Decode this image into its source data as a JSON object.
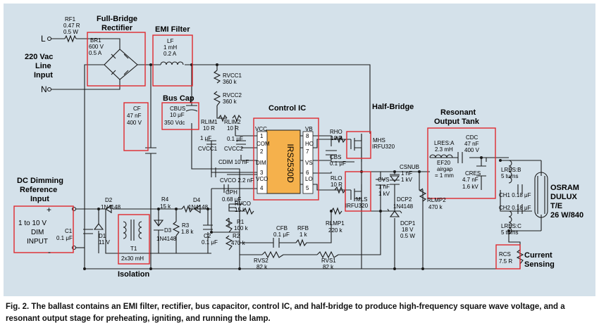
{
  "labels": {
    "L": "L",
    "N": "N",
    "line_input_1": "220 Vac",
    "line_input_2": "Line",
    "line_input_3": "Input",
    "rf1_1": "RF1",
    "rf1_2": "0.47 R",
    "rf1_3": "0.5 W",
    "fb_title_1": "Full-Bridge",
    "fb_title_2": "Rectifier",
    "br1_1": "BR1",
    "br1_2": "600 V",
    "br1_3": "0.5 A",
    "emi_title": "EMI Filter",
    "lf_1": "LF",
    "lf_2": "1 mH",
    "lf_3": "0.2 A",
    "buscap_title": "Bus Cap",
    "cbus_1": "CBUS",
    "cbus_2": "10 μF",
    "cbus_3": "350 Vdc",
    "cf_1": "CF",
    "cf_2": "47 nF",
    "cf_3": "400 V",
    "rvcc1_1": "RVCC1",
    "rvcc1_2": "360 k",
    "rvcc2_1": "RVCC2",
    "rvcc2_2": "360 k",
    "rlim1_1": "RLIM1",
    "rlim1_2": "10 R",
    "rlim2_1": "RLIM2",
    "rlim2_2": "10 R",
    "cvcc1_1": "1 μF",
    "cvcc1_2": "CVCC1",
    "cvcc2_1": "0.1 μF",
    "cvcc2_2": "CVCC2",
    "control_title": "Control IC",
    "ic_name": "IRS2530D",
    "pin_vcc": "VCC",
    "pin_com": "COM",
    "pin_dim": "DIM",
    "pin_vco": "VCO",
    "pin_vb": "VB",
    "pin_ho": "HO",
    "pin_vs": "VS",
    "pin_lo": "LO",
    "n1": "1",
    "n2": "2",
    "n3": "3",
    "n4": "4",
    "n5": "5",
    "n6": "6",
    "n7": "7",
    "n8": "8",
    "cdim": "CDIM 10 nF",
    "cvco": "CVCO 2.2 nF",
    "rho_1": "RHO",
    "rho_2": "10 R",
    "rlo_1": "RLO",
    "rlo_2": "10 R",
    "cbs_1": "CBS",
    "cbs_2": "0.1 μF",
    "hb_title": "Half-Bridge",
    "mhs_1": "MHS",
    "mhs_2": "IRFU320",
    "mls_1": "MLS",
    "mls_2": "IRFU320",
    "rlmp1_1": "RLMP1",
    "rlmp1_2": "220 k",
    "csnub_1": "CSNUB",
    "csnub_2": "1 nF",
    "csnub_3": "1 kV",
    "cvs_1": "CVS",
    "cvs_2": "1 nF",
    "cvs_3": "1 kV",
    "dcp2_1": "DCP2",
    "dcp2_2": "1N4148",
    "rlmp2_1": "RLMP2",
    "rlmp2_2": "470 k",
    "dcp1_1": "DCP1",
    "dcp1_2": "18 V",
    "dcp1_3": "0.5 W",
    "res_title_1": "Resonant",
    "res_title_2": "Output Tank",
    "lres_1": "LRES:A",
    "lres_2": "2.3 mH",
    "lres_3": "EF20",
    "lres_4": "airgap",
    "lres_5": "= 1 mm",
    "cdc_1": "CDC",
    "cdc_2": "47 nF",
    "cdc_3": "400 V",
    "cres_1": "CRES",
    "cres_2": "4.7 nF",
    "cres_3": "1.6 kV",
    "lresb_1": "LRES:B",
    "lresb_2": "5 turns",
    "ch1": "CH1 0.18 μF",
    "ch2": "CH2 0.18 μF",
    "lresc_1": "LRES:C",
    "lresc_2": "5 turns",
    "lamp_1": "OSRAM",
    "lamp_2": "DULUX",
    "lamp_3": "T/E",
    "lamp_4": "26 W/840",
    "rcs_1": "RCS",
    "rcs_2": "7.5 R",
    "cs_title_1": "Current",
    "cs_title_2": "Sensing",
    "dc_title_1": "DC Dimming",
    "dc_title_2": "Reference",
    "dc_title_3": "Input",
    "dim_in_1": "1 to 10 V",
    "dim_in_2": "DIM",
    "dim_in_3": "INPUT",
    "plus": "+",
    "minus": "-",
    "c1_1": "C1",
    "c1_2": "0.1 μF",
    "d1_1": "D1",
    "d1_2": "11 V",
    "d2_1": "D2",
    "d2_2": "1N4148",
    "t1_1": "T1",
    "t1_2": "2x30 mH",
    "iso_title": "Isolation",
    "r4_1": "R4",
    "r4_2": "15 k",
    "d4_1": "D4",
    "d4_2": "1N4148",
    "d3_1": "D3",
    "d3_2": "1N4148",
    "r3_1": "R3",
    "r3_2": "1.8 k",
    "c2_1": "C2",
    "c2_2": "0.1 μF",
    "cph_1": "CPH",
    "cph_2": "0.68 μF",
    "rvco_1": "RVCO",
    "rvco_2": "15 k",
    "r1_1": "R1",
    "r1_2": "100 k",
    "r2_1": "R2",
    "r2_2": "470 k",
    "cfb_1": "CFB",
    "cfb_2": "0.1 μF",
    "rfb_1": "RFB",
    "rfb_2": "1 k",
    "rvs2_1": "RVS2",
    "rvs2_2": "82 k",
    "rvs1_1": "RVS1",
    "rvs1_2": "82 k"
  },
  "caption": "Fig. 2. The ballast contains an EMI filter, rectifier, bus capacitor, control IC, and half-bridge to produce high-frequency square wave voltage, and a resonant output stage for preheating, igniting, and running the lamp.",
  "colors": {
    "background": "#d4e1ea",
    "wire": "#1a1a1a",
    "highlight": "#e0292f",
    "ic_fill": "#f5b14c"
  }
}
